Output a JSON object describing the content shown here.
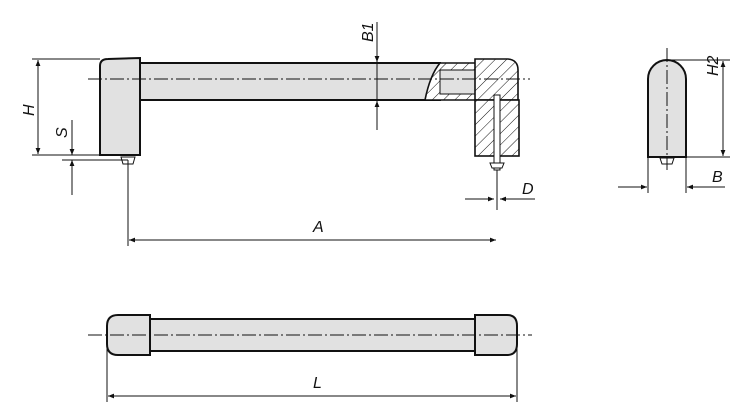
{
  "dimensions": {
    "B1": "B1",
    "H": "H",
    "S": "S",
    "D": "D",
    "A": "A",
    "H2": "H2",
    "B": "B",
    "L": "L"
  },
  "colors": {
    "part_fill": "#e1e1e1",
    "line": "#111111"
  }
}
